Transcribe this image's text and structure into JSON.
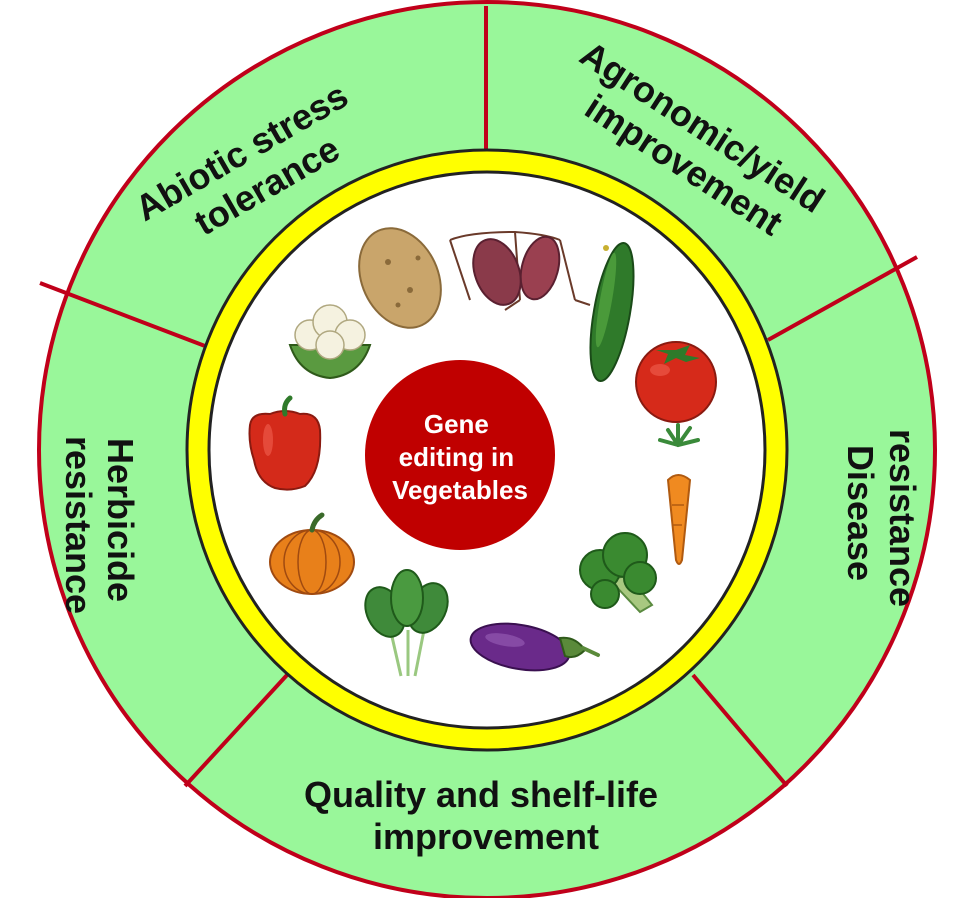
{
  "center": {
    "lines": [
      "Gene",
      "editing in",
      "Vegetables"
    ]
  },
  "segments": [
    {
      "id": "abiotic",
      "lines": [
        "Abiotic stress",
        "tolerance"
      ]
    },
    {
      "id": "agronomic",
      "lines": [
        "Agronomic/yield",
        "improvement"
      ]
    },
    {
      "id": "disease",
      "lines": [
        "Disease",
        "resistance"
      ]
    },
    {
      "id": "quality",
      "lines": [
        "Quality and shelf-life",
        "improvement"
      ]
    },
    {
      "id": "herbicide",
      "lines": [
        "Herbicide",
        "resistance"
      ]
    }
  ],
  "vegetables": [
    "potato",
    "sweet-potato",
    "cucumber",
    "tomato",
    "carrot",
    "broccoli",
    "eggplant",
    "spinach",
    "pumpkin",
    "bell-pepper",
    "cauliflower"
  ],
  "colors": {
    "segment_fill": "#99f79a",
    "segment_stroke": "#c0001a",
    "ring": "#ffff00",
    "center": "#c00000",
    "center_text": "#ffffff",
    "label_text": "#111111"
  }
}
